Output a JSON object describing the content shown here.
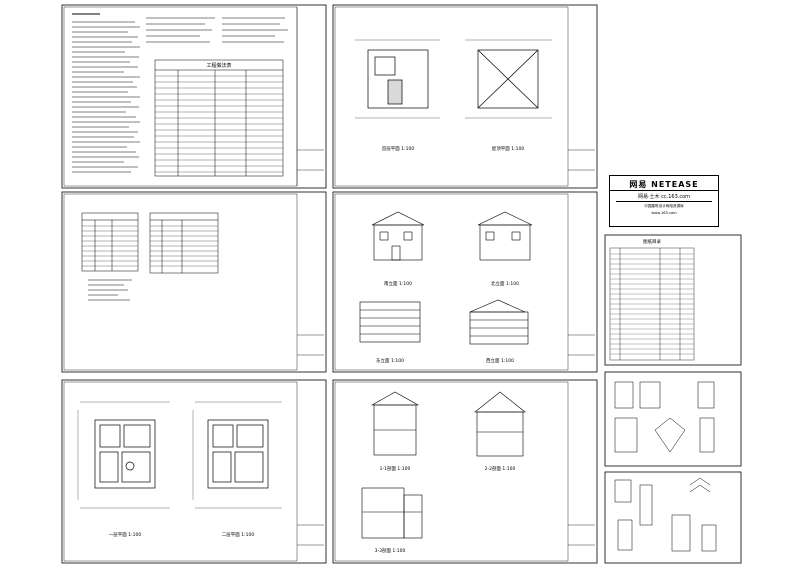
{
  "logo": {
    "title": "网易  NETEASE",
    "subtitle": "网易·土木  cc.163.com",
    "line1": "中国建筑设计网络资源库",
    "line2": "www.163.com",
    "line3": ""
  },
  "sheets": {
    "floor_a_label": "首层平面 1:100",
    "floor_b_label": "屋顶平面 1:100",
    "elev_a_label": "南立面 1:100",
    "elev_b_label": "北立面 1:100",
    "elev_c_label": "东立面 1:100",
    "elev_d_label": "西立面 1:100",
    "sect_a_label": "1-1剖面 1:100",
    "sect_b_label": "2-2剖面 1:100",
    "sect_c_label": "3-3剖面 1:100",
    "plan_a_label": "一层平面 1:100",
    "plan_b_label": "二层平面 1:100",
    "table_title": "工程做法表",
    "index_title": "图纸目录"
  }
}
